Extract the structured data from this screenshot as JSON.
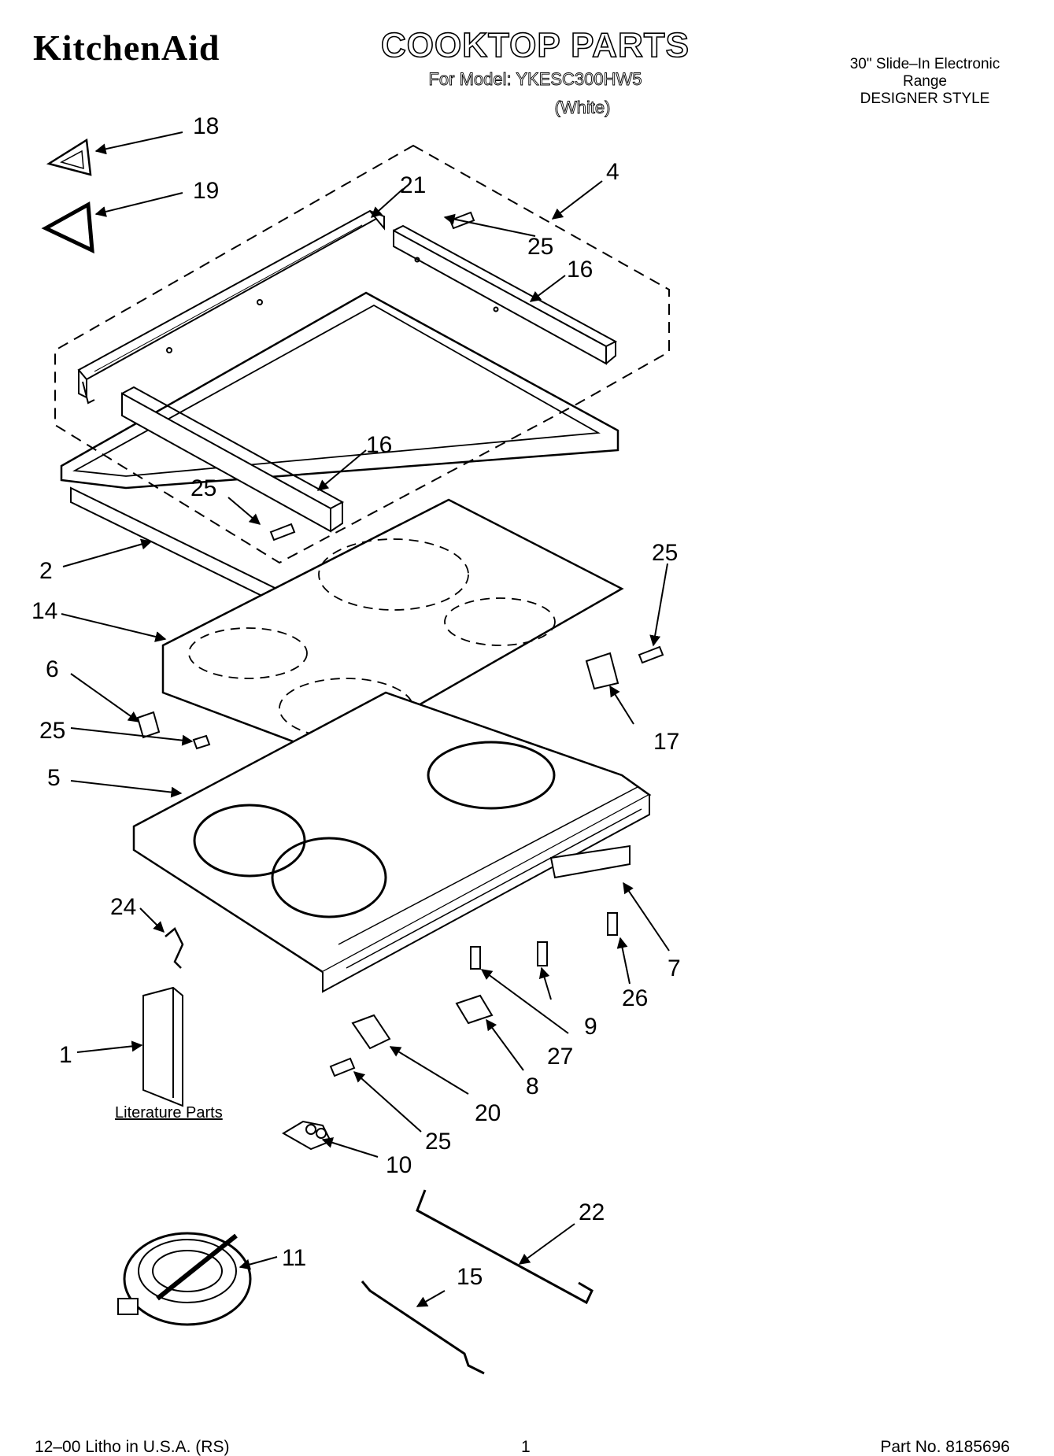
{
  "header": {
    "brand": "KitchenAid",
    "title": "COOKTOP PARTS",
    "model_line": "For Model: YKESC300HW5",
    "color_line": "(White)",
    "product_line1": "30\" Slide–In Electronic",
    "product_line2": "Range",
    "product_line3": "DESIGNER STYLE"
  },
  "callouts": {
    "c18": "18",
    "c19": "19",
    "c21": "21",
    "c4": "4",
    "c25a": "25",
    "c16a": "16",
    "c16b": "16",
    "c25b": "25",
    "c2": "2",
    "c14": "14",
    "c25c": "25",
    "c6": "6",
    "c25d": "25",
    "c17": "17",
    "c5": "5",
    "c24": "24",
    "c7": "7",
    "c26": "26",
    "c9": "9",
    "c27": "27",
    "c1": "1",
    "c8": "8",
    "c20": "20",
    "c25e": "25",
    "c10": "10",
    "c22": "22",
    "c11": "11",
    "c15": "15"
  },
  "literature_label": "Literature Parts",
  "footer": {
    "litho": "12–00 Litho in U.S.A. (RS)",
    "page_number": "1",
    "part_number": "Part No. 8185696"
  }
}
